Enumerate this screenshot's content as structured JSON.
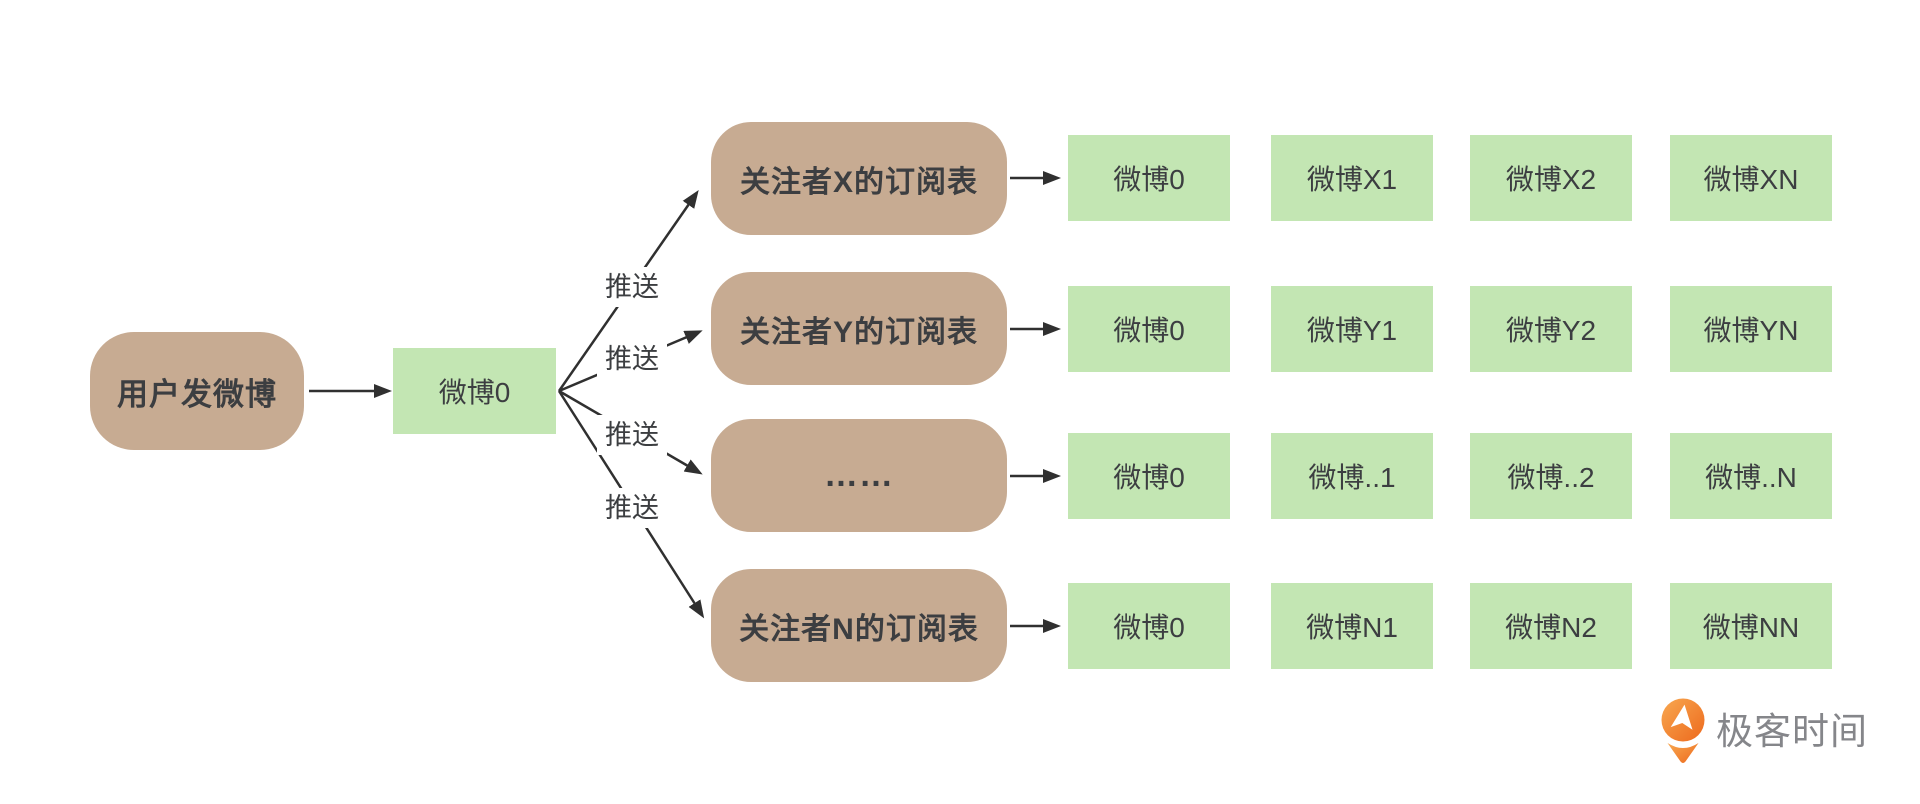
{
  "diagram": {
    "source_box": {
      "label": "用户发微博"
    },
    "weibo0_box": {
      "label": "微博0"
    },
    "push_labels": [
      "推送",
      "推送",
      "推送",
      "推送"
    ],
    "rows": [
      {
        "list_label": "关注者X的订阅表",
        "items": [
          "微博0",
          "微博X1",
          "微博X2",
          "微博XN"
        ]
      },
      {
        "list_label": "关注者Y的订阅表",
        "items": [
          "微博0",
          "微博Y1",
          "微博Y2",
          "微博YN"
        ]
      },
      {
        "list_label": "……",
        "items": [
          "微博0",
          "微博..1",
          "微博..2",
          "微博..N"
        ]
      },
      {
        "list_label": "关注者N的订阅表",
        "items": [
          "微博0",
          "微博N1",
          "微博N2",
          "微博NN"
        ]
      }
    ],
    "watermark": {
      "brand": "极客时间"
    },
    "colors": {
      "list_box": "#c7ab92",
      "item_box": "#c3e6b3",
      "text": "#3c3e41",
      "arrow": "#303030",
      "brand_orange": "#ed691d",
      "brand_orange_light": "#f8a850",
      "brand_text": "#85868a",
      "background": "#ffffff"
    }
  }
}
